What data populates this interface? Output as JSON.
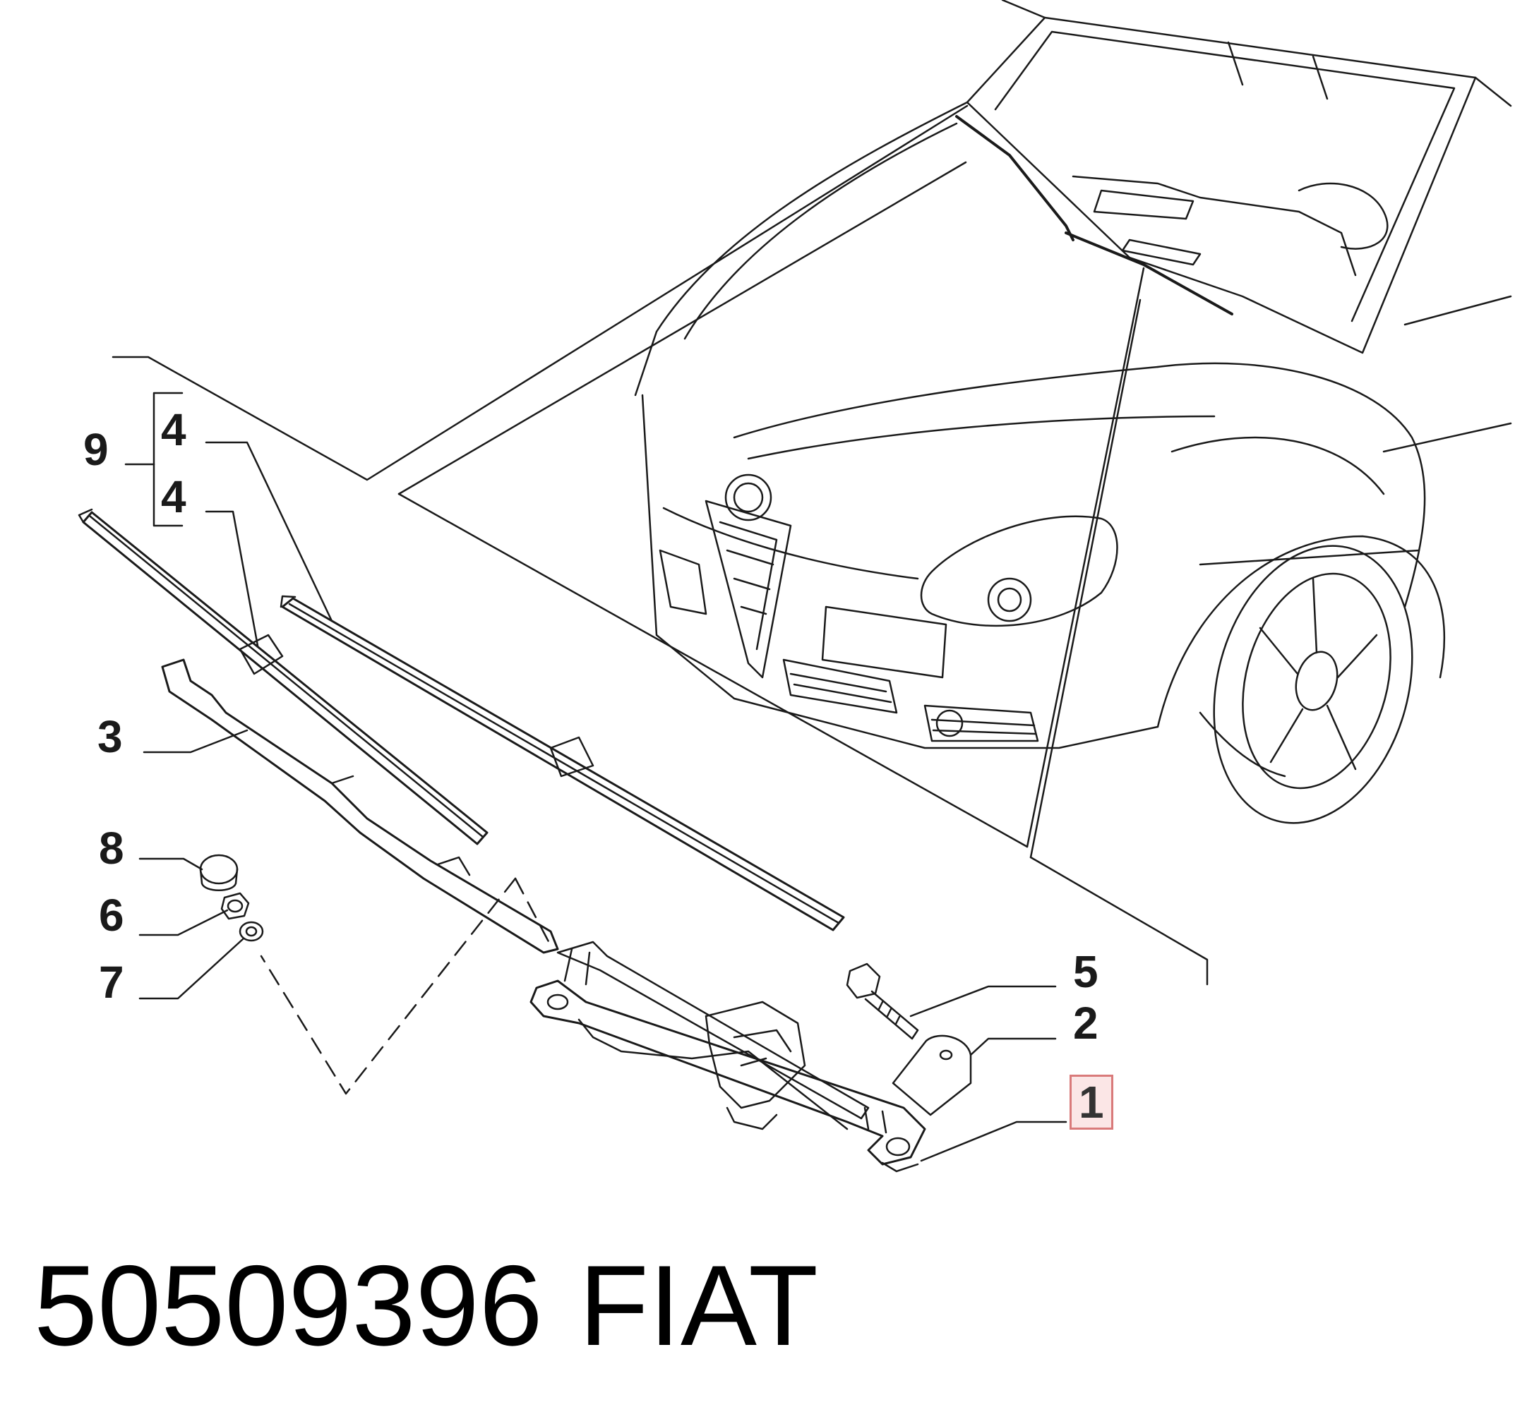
{
  "callouts": {
    "c9": "9",
    "c4a": "4",
    "c4b": "4",
    "c3": "3",
    "c8": "8",
    "c6": "6",
    "c7": "7",
    "c5": "5",
    "c2": "2",
    "c1": "1"
  },
  "highlighted_callout": "1",
  "footer": {
    "part_number": "50509396",
    "brand": "FIAT"
  },
  "colors": {
    "line": "#1a1a1a",
    "highlight_border": "#d97a7a",
    "highlight_fill": "#fbe6e6"
  }
}
